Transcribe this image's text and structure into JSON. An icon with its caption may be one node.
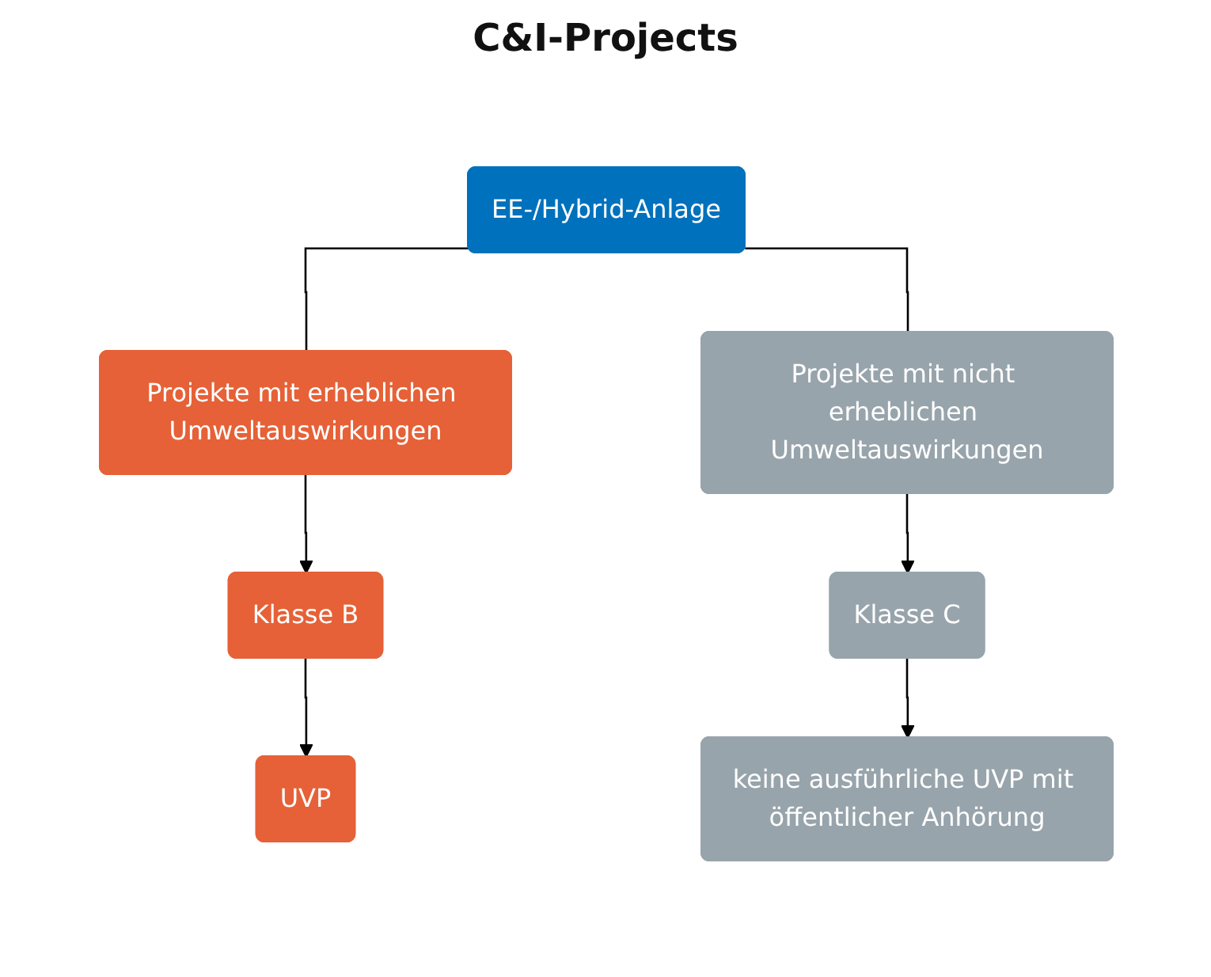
{
  "diagram": {
    "title": "C&I-Projects",
    "nodes": [
      {
        "text": [
          "EE-/Hybrid-Anlage"
        ]
      },
      {
        "text": [
          "Projekte mit erheblichen Umweltauswirkungen"
        ]
      },
      {
        "text": [
          "Projekte mit nicht erheblichen Umweltauswirkungen"
        ]
      },
      {
        "text": [
          "Klasse B"
        ]
      },
      {
        "text": [
          "Klasse C"
        ]
      },
      {
        "text": [
          "UVP"
        ]
      },
      {
        "text": [
          "keine ausführliche UVP mit öffentlicher Anhörung"
        ]
      }
    ],
    "edges": [
      {
        "from": 0,
        "to": 1,
        "arrow": "none"
      },
      {
        "from": 0,
        "to": 2,
        "arrow": "none"
      },
      {
        "from": 1,
        "to": 3,
        "arrow": "to"
      },
      {
        "from": 2,
        "to": 4,
        "arrow": "to"
      },
      {
        "from": 3,
        "to": 5,
        "arrow": "to"
      },
      {
        "from": 4,
        "to": 6,
        "arrow": "to"
      }
    ]
  }
}
